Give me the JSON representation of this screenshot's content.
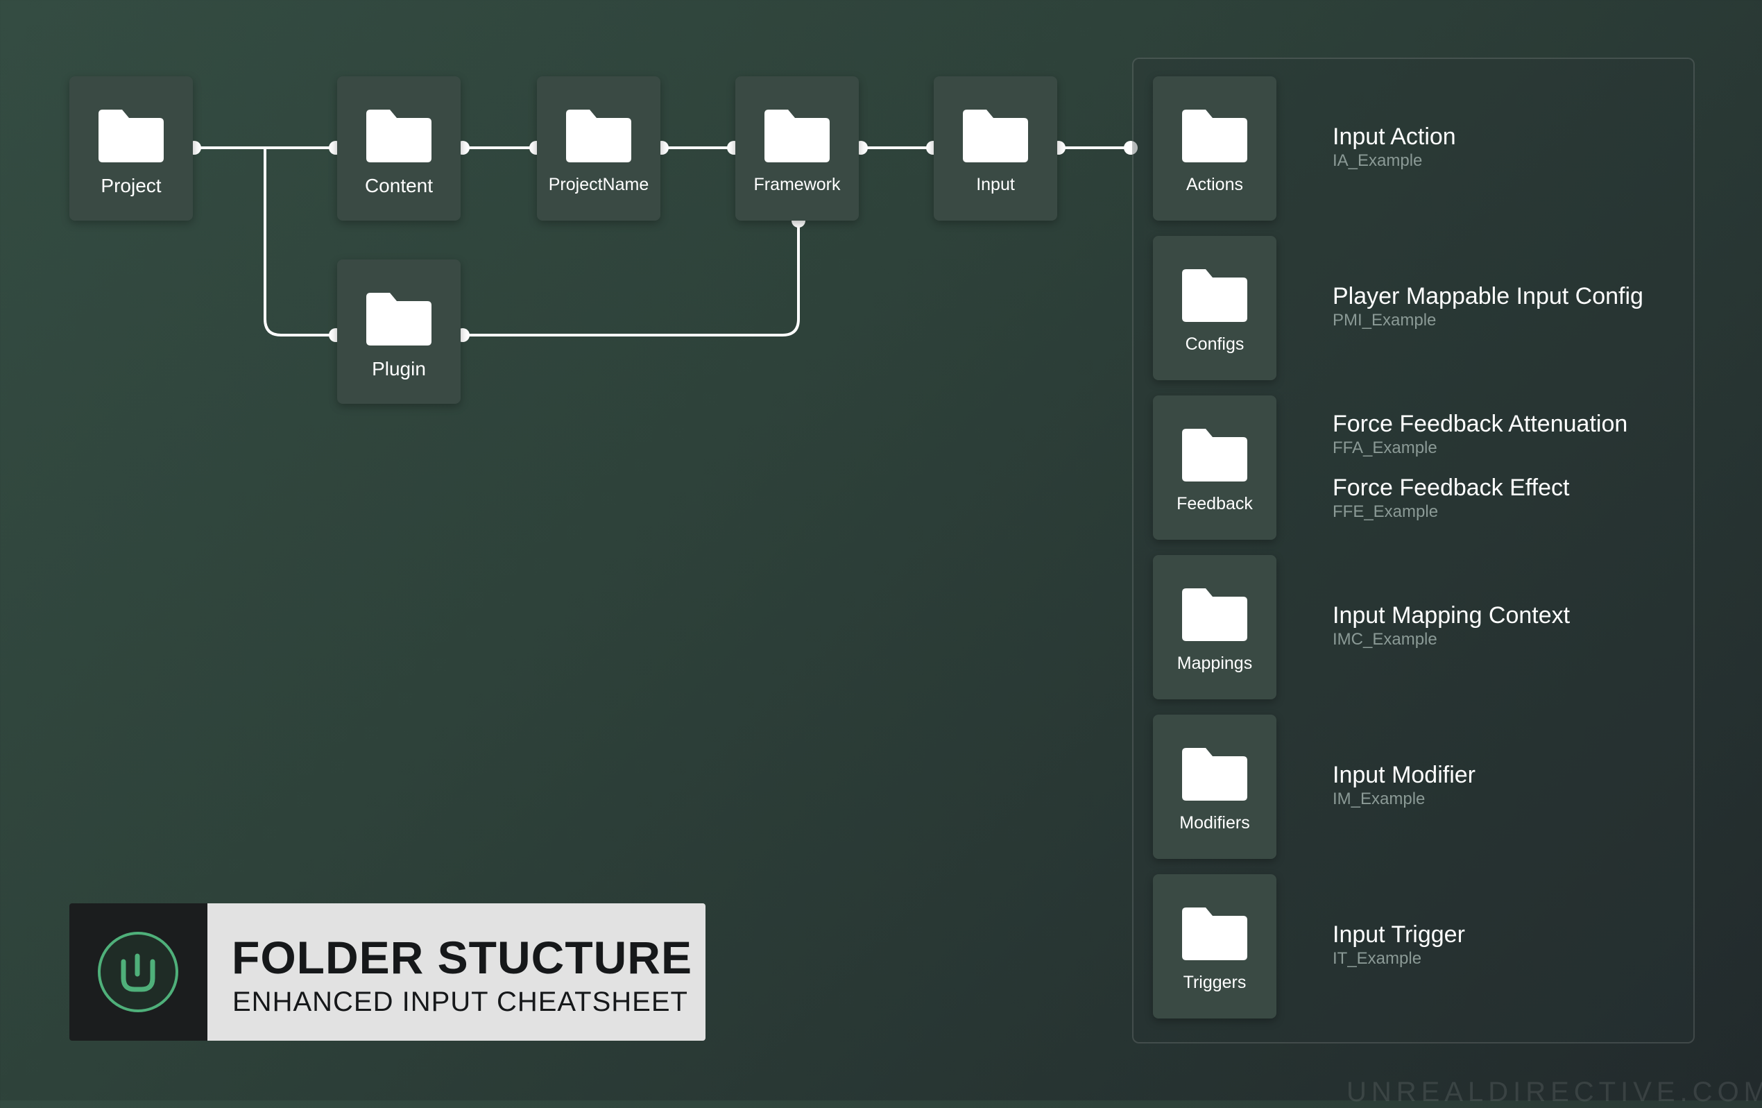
{
  "colors": {
    "background": "#2f443b",
    "tile": "#3a4a44",
    "connector": "#ffffff",
    "logo_accent": "#4fb07a",
    "subtitle_text": "#8b9a96"
  },
  "icons": {
    "folder": "folder-icon",
    "logo": "unreal-directive-logo-icon"
  },
  "path_folders": [
    {
      "label": "Project"
    },
    {
      "label": "Content"
    },
    {
      "label": "ProjectName"
    },
    {
      "label": "Framework"
    },
    {
      "label": "Input"
    }
  ],
  "plugin_folder": {
    "label": "Plugin"
  },
  "input_subfolders": [
    {
      "label": "Actions"
    },
    {
      "label": "Configs"
    },
    {
      "label": "Feedback"
    },
    {
      "label": "Mappings"
    },
    {
      "label": "Modifiers"
    },
    {
      "label": "Triggers"
    }
  ],
  "asset_types": [
    {
      "title": "Input Action",
      "example": "IA_Example"
    },
    {
      "title": "Player Mappable Input Config",
      "example": "PMI_Example"
    },
    {
      "title": "Force Feedback Attenuation",
      "example": "FFA_Example"
    },
    {
      "title": "Force Feedback Effect",
      "example": "FFE_Example"
    },
    {
      "title": "Input Mapping Context",
      "example": "IMC_Example"
    },
    {
      "title": "Input Modifier",
      "example": "IM_Example"
    },
    {
      "title": "Input Trigger",
      "example": "IT_Example"
    }
  ],
  "title_block": {
    "title": "FOLDER STUCTURE",
    "subtitle": "ENHANCED INPUT CHEATSHEET"
  },
  "watermark": "UNREALDIRECTIVE.COM"
}
